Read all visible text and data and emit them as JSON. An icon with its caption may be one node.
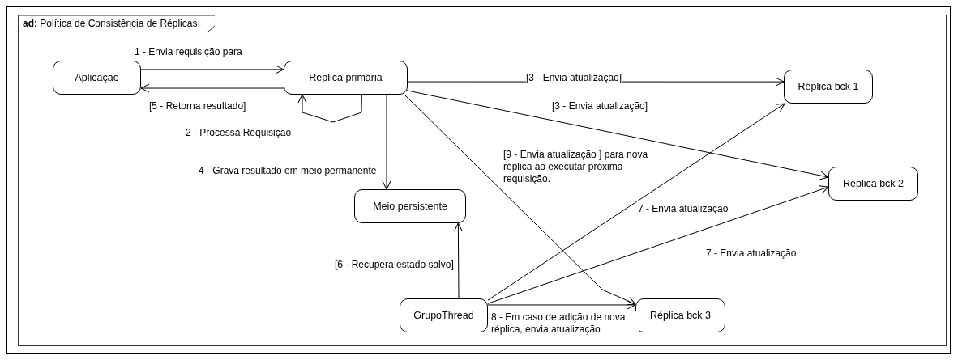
{
  "diagram": {
    "nodes": [
      {
        "text": [
          "**ad:** Política de Consistência de Réplicas"
        ]
      },
      {
        "text": [
          "Aplicação"
        ],
        "in": 0
      },
      {
        "text": [
          "Réplica primária"
        ],
        "in": 0
      },
      {
        "text": [
          "Réplica bck 1"
        ],
        "in": 0
      },
      {
        "text": [
          "Réplica bck 2"
        ],
        "in": 0
      },
      {
        "text": [
          "Meio persistente"
        ],
        "in": 0
      },
      {
        "text": [
          "GrupoThread"
        ],
        "in": 0
      },
      {
        "text": [
          "Réplica bck 3"
        ],
        "in": 0
      }
    ],
    "edges": [
      {
        "from": 1,
        "to": 2,
        "arrow": "to",
        "label": "1 - Envia requisição para"
      },
      {
        "from": 2,
        "to": 1,
        "arrow": "to",
        "label": "[5 - Retorna resultado]"
      },
      {
        "from": 2,
        "to": 2,
        "arrow": "to",
        "label": "2 - Processa Requisição"
      },
      {
        "from": 2,
        "to": 3,
        "arrow": "to",
        "label": "[3 - Envia atualização]"
      },
      {
        "from": 2,
        "to": 4,
        "arrow": "to",
        "label": "[3 - Envia atualização]"
      },
      {
        "from": 2,
        "to": 5,
        "arrow": "to",
        "label": "4 - Grava resultado em meio permanente"
      },
      {
        "from": 2,
        "to": 7,
        "arrow": "to",
        "label": "[9 - Envia atualização ] para nova réplica ao executar próxima requisição."
      },
      {
        "from": 6,
        "to": 5,
        "arrow": "to",
        "label": "[6 - Recupera estado salvo]"
      },
      {
        "from": 6,
        "to": 3,
        "arrow": "to",
        "label": "7 - Envia atualização"
      },
      {
        "from": 6,
        "to": 4,
        "arrow": "to",
        "label": "7 - Envia atualização"
      },
      {
        "from": 6,
        "to": 7,
        "arrow": "to",
        "label": "8 - Em caso de adição de nova réplica, envia atualização"
      }
    ]
  }
}
